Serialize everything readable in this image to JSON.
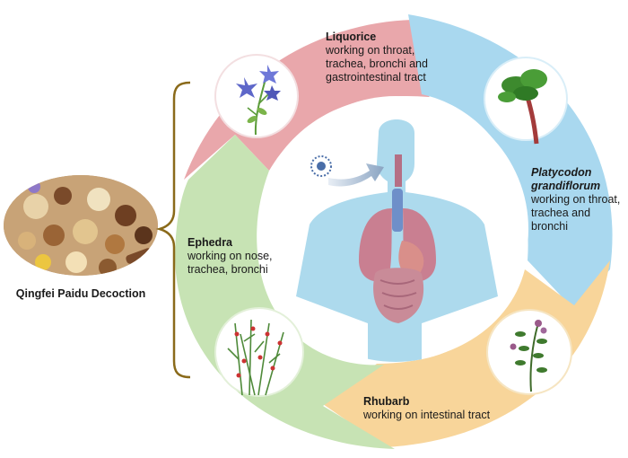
{
  "decoction": {
    "caption": "Qingfei Paidu Decoction"
  },
  "herbs": [
    {
      "id": "liquorice",
      "title": "Liquorice",
      "italic": false,
      "lines": [
        "working on throat,",
        "trachea, bronchi and",
        "gastrointestinal tract"
      ]
    },
    {
      "id": "platycodon",
      "title_lines": [
        "Platycodon",
        "grandiflorum"
      ],
      "italic": true,
      "lines": [
        "working on throat,",
        "trachea and",
        "bronchi"
      ]
    },
    {
      "id": "rhubarb",
      "title": "Rhubarb",
      "italic": false,
      "lines": [
        "working on intestinal tract"
      ]
    },
    {
      "id": "ephedra",
      "title": "Ephedra",
      "italic": false,
      "lines": [
        "working on nose,",
        "trachea, bronchi"
      ]
    }
  ],
  "colors": {
    "liquorice": "#e9a7ab",
    "platycodon": "#a9d8ef",
    "rhubarb": "#f8d59a",
    "ephedra": "#c7e3b4",
    "brace": "#8a6a1a",
    "body": "#9fd3ea",
    "lung": "#c97f91",
    "gut": "#c98b98"
  },
  "icons": [
    "bellflower-icon",
    "rhubarb-plant-icon",
    "leafy-herb-icon",
    "ephedra-stems-icon",
    "virus-icon",
    "human-respiratory-icon"
  ]
}
